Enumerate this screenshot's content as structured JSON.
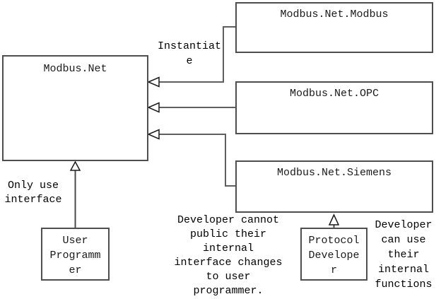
{
  "diagram": {
    "title": "Modbus.Net architecture diagram",
    "type": "uml-dependency-diagram"
  },
  "colors": {
    "background": "#ffffff",
    "box_border": "#4e4e4e",
    "connector_line": "#5f5f5f",
    "arrowhead_outline": "#1a1a1a",
    "text": "#111111"
  },
  "boxes": {
    "modbus_net": {
      "label": "Modbus.Net"
    },
    "modbus": {
      "label": "Modbus.Net.Modbus"
    },
    "opc": {
      "label": "Modbus.Net.OPC"
    },
    "siemens": {
      "label": "Modbus.Net.Siemens"
    },
    "user_programmer": {
      "lines": [
        "User",
        "Programm",
        "er"
      ]
    },
    "protocol_developer": {
      "lines": [
        "Protocol",
        "Develope",
        "r"
      ]
    }
  },
  "captions": {
    "instantiate": {
      "lines": [
        "Instantiat",
        "e"
      ]
    },
    "only_use_interface": {
      "lines": [
        "Only use",
        "interface"
      ]
    },
    "developer_cannot": {
      "lines": [
        "Developer cannot",
        "public their",
        "internal",
        "interface changes",
        "to user",
        "programmer."
      ]
    },
    "developer_can": {
      "lines": [
        "Developer",
        "can use",
        "their",
        "internal",
        "functions"
      ]
    }
  }
}
